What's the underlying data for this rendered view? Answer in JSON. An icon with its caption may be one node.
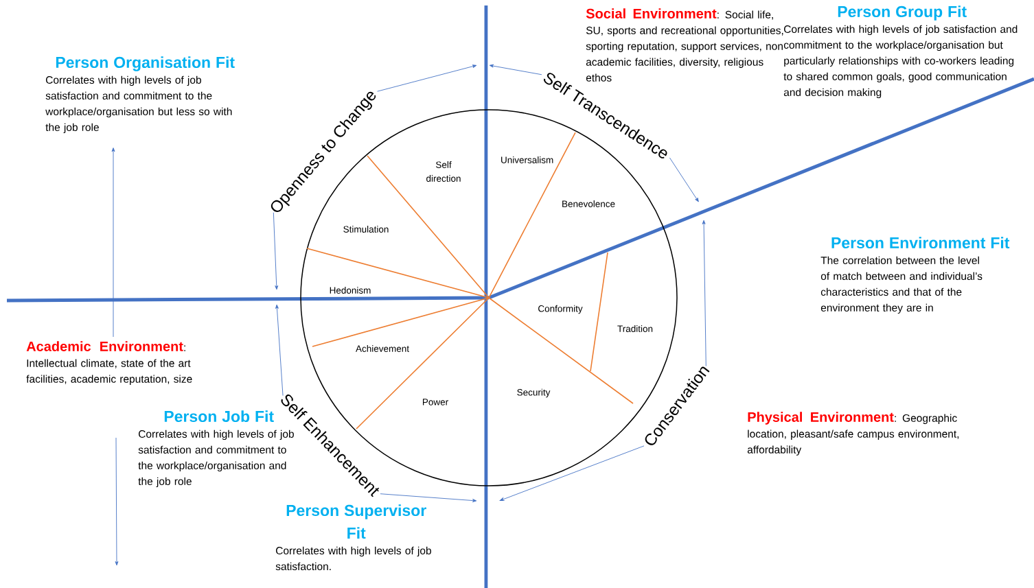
{
  "diagram": {
    "nodes": [
      {
        "text": [
          "Person Organisation Fit",
          "Correlates with high levels of job satisfaction and commitment to the workplace/organisation but less so with the job role"
        ]
      },
      {
        "text": [
          "Openness to Change"
        ]
      },
      {
        "text": [
          "Social Environment",
          ": Social life, SU, sports and recreational opportunities, sporting reputation, support services, non academic facilities, diversity, religious ethos"
        ]
      },
      {
        "text": [
          "Self Transcendence"
        ]
      },
      {
        "text": [
          "Person Group Fit",
          "Correlates with high levels of job satisfaction and commitment to the workplace/organisation but particularly relationships with co-workers leading to shared common goals, good communication and decision making"
        ]
      },
      {
        "text": [],
        "shape": "circle"
      },
      {
        "text": [
          "Person Environment Fit",
          "The correlation between the level of match between and individual’s characteristics and that of the environment they are in"
        ]
      },
      {
        "text": [
          "Academic Environment",
          ": Intellectual climate, state of the art facilities, academic reputation, size"
        ]
      },
      {
        "text": [
          "Self Enhancement"
        ]
      },
      {
        "text": [
          "Conservation"
        ]
      },
      {
        "text": [
          "Person Job Fit",
          "Correlates with high levels of job satisfaction and commitment to the workplace/organisation and the job role"
        ]
      },
      {
        "text": [
          "Physical Environment",
          ": Geographic location, pleasant/safe campus environment, affordability"
        ]
      },
      {
        "text": [
          "Person Supervisor Fit",
          "Correlates with high levels of job satisfaction."
        ]
      }
    ],
    "edges": [
      {
        "from": 1,
        "to": null,
        "arrow": "to"
      },
      {
        "from": 1,
        "to": null,
        "arrow": "to"
      },
      {
        "from": 3,
        "to": null,
        "arrow": "to"
      },
      {
        "from": 3,
        "to": null,
        "arrow": "to"
      },
      {
        "from": 9,
        "to": null,
        "arrow": "to"
      },
      {
        "from": 9,
        "to": null,
        "arrow": "to"
      },
      {
        "from": 8,
        "to": null,
        "arrow": "to"
      },
      {
        "from": 8,
        "to": null,
        "arrow": "to"
      },
      {
        "from": 7,
        "to": 0,
        "arrow": "to"
      },
      {
        "from": 10,
        "to": null,
        "arrow": "to"
      }
    ],
    "labels": [
      "Self direction",
      "Universalism",
      "Stimulation",
      "Benevolence",
      "Hedonism",
      "Conformity",
      "Tradition",
      "Achievement",
      "Security",
      "Power"
    ]
  }
}
